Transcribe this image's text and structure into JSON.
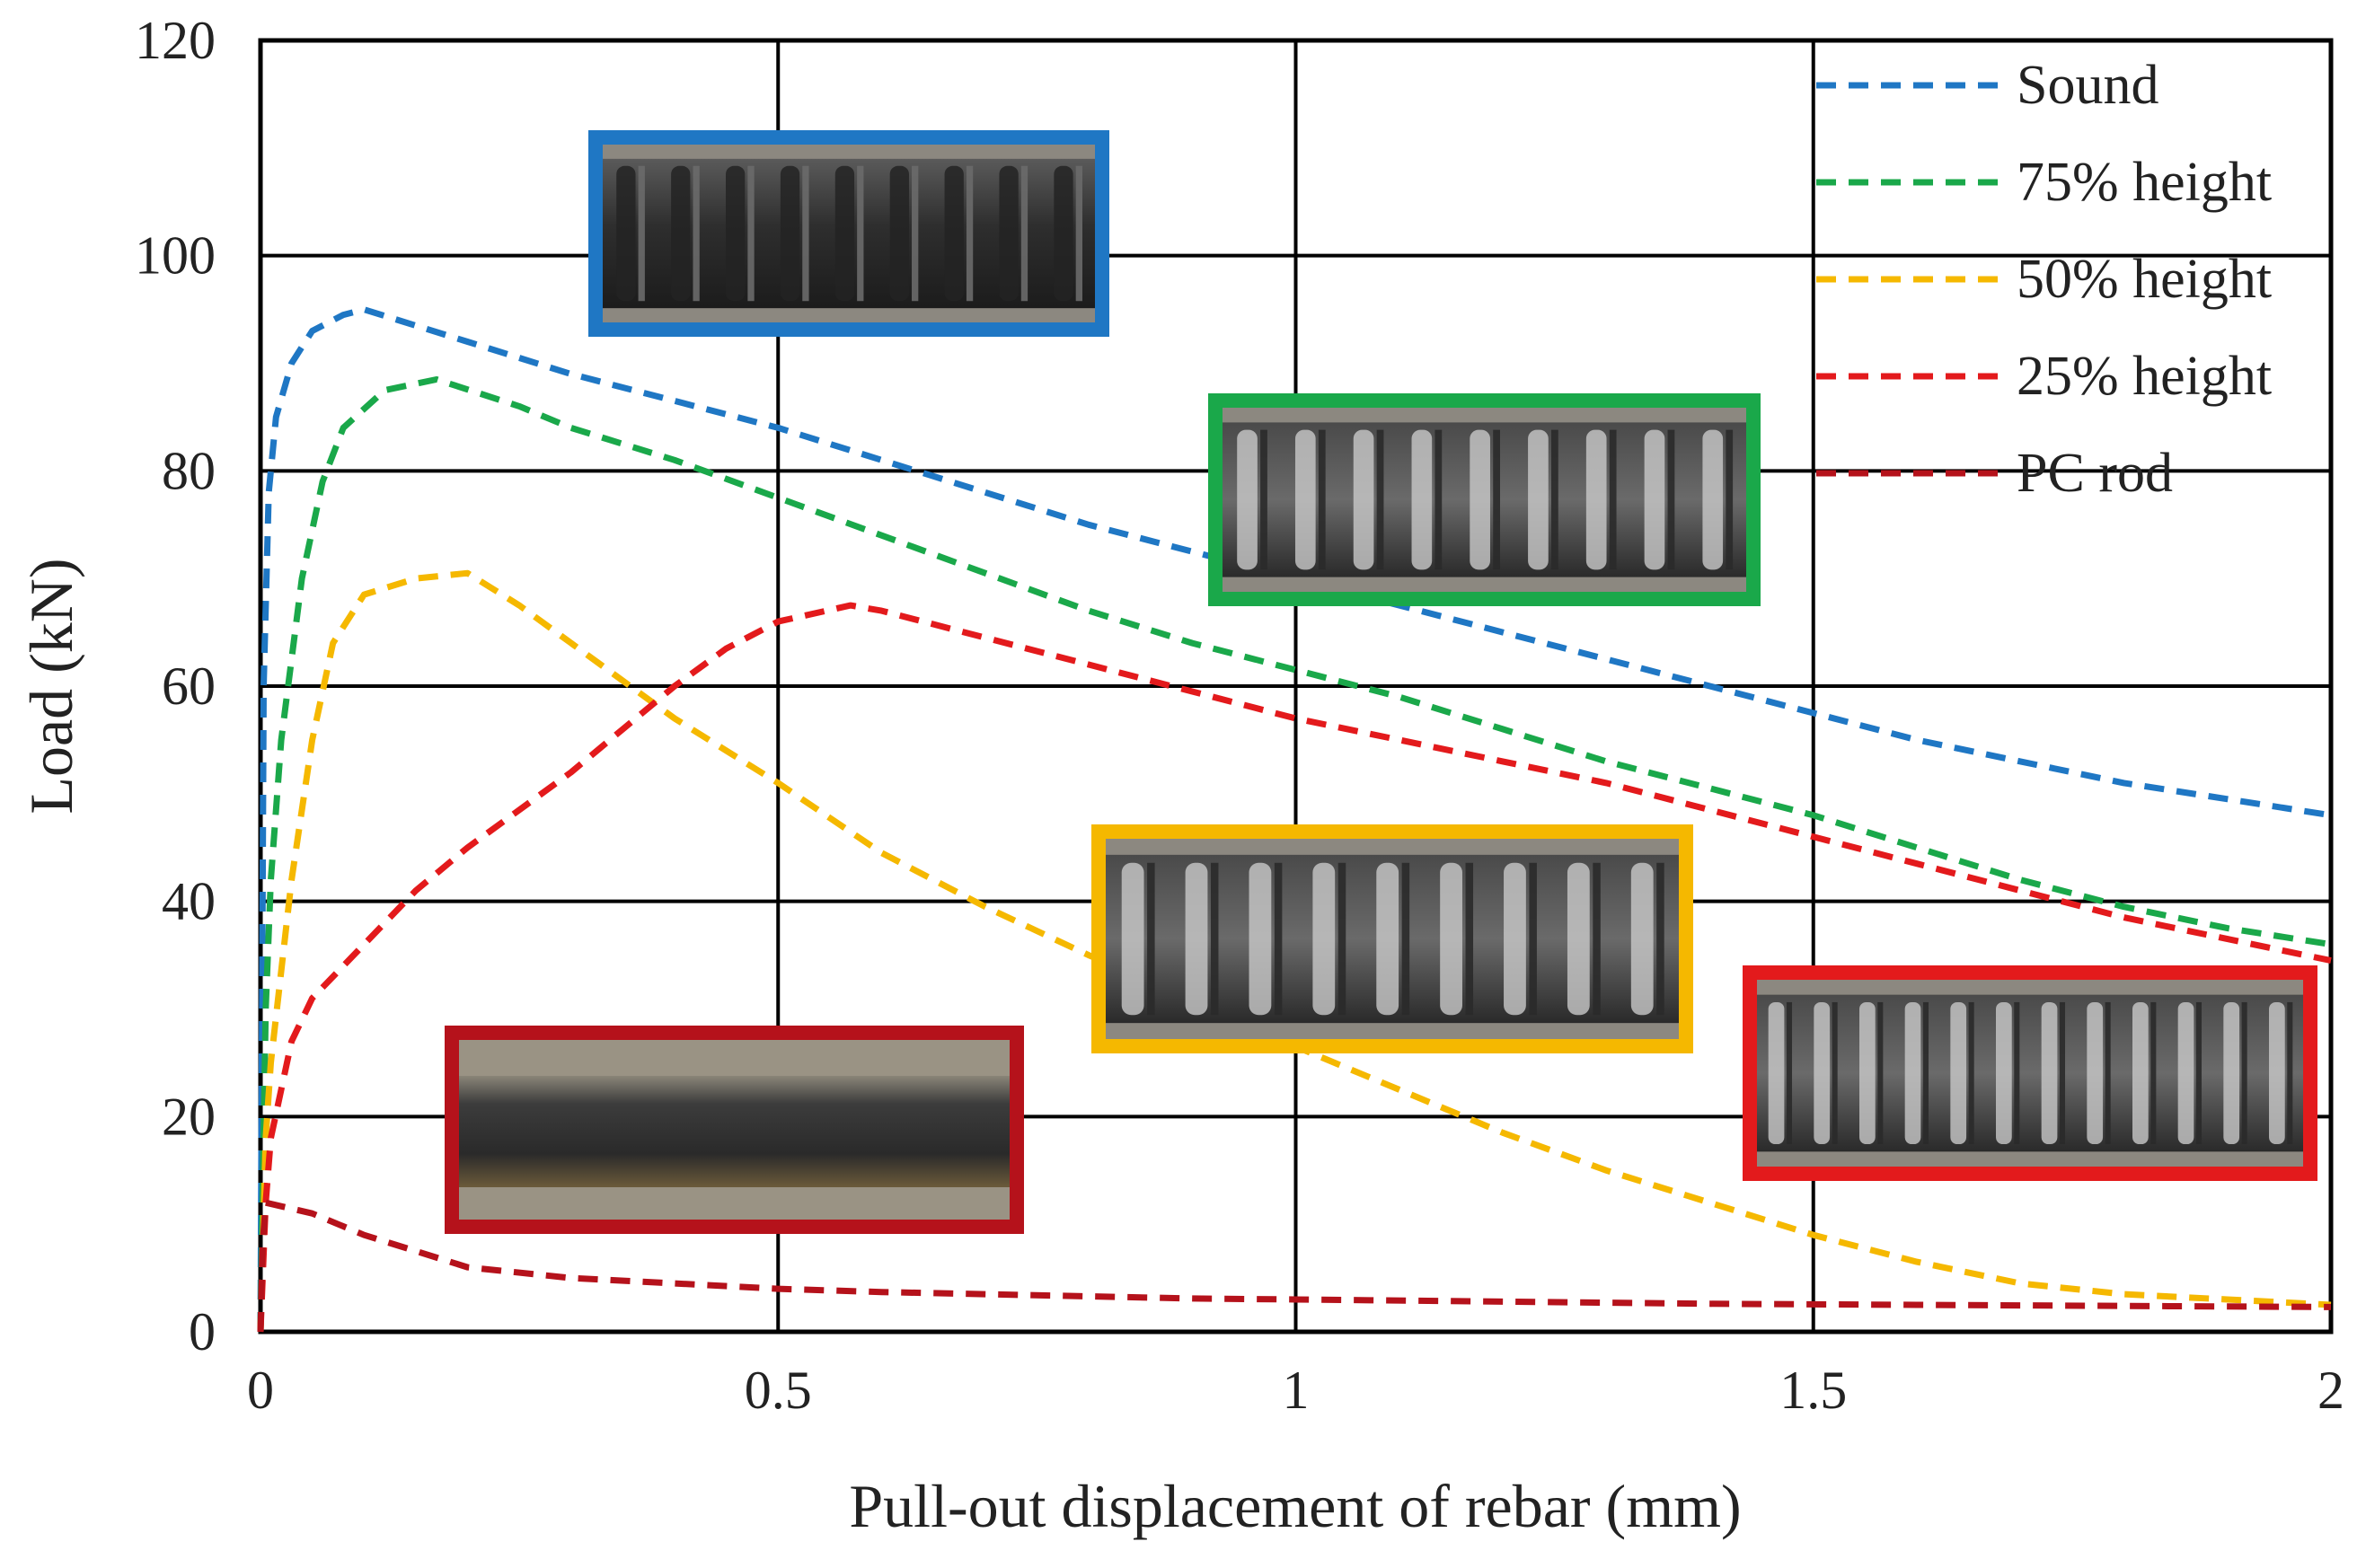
{
  "chart_data": {
    "type": "line",
    "title": "",
    "xlabel": "Pull-out displacement of rebar (mm)",
    "ylabel": "Load (kN)",
    "xlim": [
      0,
      2
    ],
    "ylim": [
      0,
      120
    ],
    "x_ticks": [
      0,
      0.5,
      1,
      1.5,
      2
    ],
    "y_ticks": [
      0,
      20,
      40,
      60,
      80,
      100,
      120
    ],
    "x_tick_labels": [
      "0",
      "0.5",
      "1",
      "1.5",
      "2"
    ],
    "y_tick_labels": [
      "0",
      "20",
      "40",
      "60",
      "80",
      "100",
      "120"
    ],
    "grid": true,
    "legend_position": "top-right",
    "line_style": "dashed",
    "series": [
      {
        "name": "Sound",
        "color": "#1f77c4",
        "points": [
          [
            0,
            0
          ],
          [
            0.003,
            60
          ],
          [
            0.008,
            78
          ],
          [
            0.015,
            85
          ],
          [
            0.03,
            90
          ],
          [
            0.05,
            93
          ],
          [
            0.08,
            94.5
          ],
          [
            0.1,
            95
          ],
          [
            0.2,
            92
          ],
          [
            0.3,
            89
          ],
          [
            0.4,
            86.5
          ],
          [
            0.5,
            84
          ],
          [
            0.6,
            81
          ],
          [
            0.7,
            78
          ],
          [
            0.8,
            75
          ],
          [
            0.9,
            72.5
          ],
          [
            1.0,
            70
          ],
          [
            1.1,
            67.5
          ],
          [
            1.2,
            65
          ],
          [
            1.3,
            62.5
          ],
          [
            1.4,
            60
          ],
          [
            1.5,
            57.5
          ],
          [
            1.6,
            55
          ],
          [
            1.7,
            53
          ],
          [
            1.8,
            51
          ],
          [
            1.9,
            49.5
          ],
          [
            2.0,
            48
          ]
        ]
      },
      {
        "name": "75% height",
        "color": "#1aa84a",
        "points": [
          [
            0,
            0
          ],
          [
            0.005,
            30
          ],
          [
            0.01,
            42
          ],
          [
            0.02,
            55
          ],
          [
            0.04,
            70
          ],
          [
            0.06,
            79
          ],
          [
            0.08,
            84
          ],
          [
            0.12,
            87.5
          ],
          [
            0.17,
            88.5
          ],
          [
            0.25,
            86
          ],
          [
            0.3,
            84
          ],
          [
            0.4,
            81
          ],
          [
            0.5,
            77.5
          ],
          [
            0.6,
            74
          ],
          [
            0.7,
            70.5
          ],
          [
            0.8,
            67
          ],
          [
            0.9,
            64
          ],
          [
            1.0,
            61.5
          ],
          [
            1.1,
            59
          ],
          [
            1.2,
            56
          ],
          [
            1.3,
            53
          ],
          [
            1.4,
            50.5
          ],
          [
            1.5,
            48
          ],
          [
            1.6,
            45
          ],
          [
            1.7,
            42
          ],
          [
            1.8,
            39.5
          ],
          [
            1.9,
            37.5
          ],
          [
            2.0,
            36
          ]
        ]
      },
      {
        "name": "50% height",
        "color": "#f5b800",
        "points": [
          [
            0,
            0
          ],
          [
            0.005,
            18
          ],
          [
            0.01,
            25
          ],
          [
            0.03,
            42
          ],
          [
            0.05,
            55
          ],
          [
            0.07,
            64
          ],
          [
            0.1,
            68.5
          ],
          [
            0.15,
            70
          ],
          [
            0.2,
            70.5
          ],
          [
            0.25,
            67.5
          ],
          [
            0.3,
            64
          ],
          [
            0.4,
            57
          ],
          [
            0.5,
            51
          ],
          [
            0.6,
            44.5
          ],
          [
            0.7,
            39.5
          ],
          [
            0.8,
            35
          ],
          [
            0.9,
            31
          ],
          [
            1.0,
            26.5
          ],
          [
            1.1,
            22.5
          ],
          [
            1.2,
            18.5
          ],
          [
            1.3,
            15
          ],
          [
            1.4,
            12
          ],
          [
            1.5,
            9
          ],
          [
            1.6,
            6.5
          ],
          [
            1.7,
            4.5
          ],
          [
            1.8,
            3.5
          ],
          [
            1.9,
            3
          ],
          [
            2.0,
            2.5
          ]
        ]
      },
      {
        "name": "25% height",
        "color": "#e31a1c",
        "points": [
          [
            0,
            0
          ],
          [
            0.005,
            12
          ],
          [
            0.01,
            18
          ],
          [
            0.03,
            27
          ],
          [
            0.05,
            31
          ],
          [
            0.1,
            36
          ],
          [
            0.15,
            41
          ],
          [
            0.2,
            45
          ],
          [
            0.3,
            52
          ],
          [
            0.35,
            56
          ],
          [
            0.4,
            60
          ],
          [
            0.45,
            63.5
          ],
          [
            0.5,
            66
          ],
          [
            0.57,
            67.5
          ],
          [
            0.6,
            67
          ],
          [
            0.7,
            64.5
          ],
          [
            0.8,
            62
          ],
          [
            0.9,
            59.5
          ],
          [
            1.0,
            57
          ],
          [
            1.1,
            55
          ],
          [
            1.2,
            53
          ],
          [
            1.3,
            51
          ],
          [
            1.4,
            48.5
          ],
          [
            1.5,
            46
          ],
          [
            1.6,
            43.5
          ],
          [
            1.7,
            41
          ],
          [
            1.8,
            38.5
          ],
          [
            1.9,
            36.5
          ],
          [
            2.0,
            34.5
          ]
        ]
      },
      {
        "name": "PC rod",
        "color": "#b5121b",
        "points": [
          [
            0,
            0
          ],
          [
            0.002,
            8
          ],
          [
            0.005,
            12
          ],
          [
            0.05,
            11
          ],
          [
            0.1,
            9
          ],
          [
            0.15,
            7.5
          ],
          [
            0.2,
            6
          ],
          [
            0.3,
            5
          ],
          [
            0.4,
            4.5
          ],
          [
            0.5,
            4
          ],
          [
            0.6,
            3.7
          ],
          [
            0.7,
            3.5
          ],
          [
            0.8,
            3.3
          ],
          [
            0.9,
            3.1
          ],
          [
            1.0,
            3
          ],
          [
            1.2,
            2.8
          ],
          [
            1.4,
            2.6
          ],
          [
            1.6,
            2.5
          ],
          [
            1.8,
            2.4
          ],
          [
            2.0,
            2.3
          ]
        ]
      }
    ]
  }
}
